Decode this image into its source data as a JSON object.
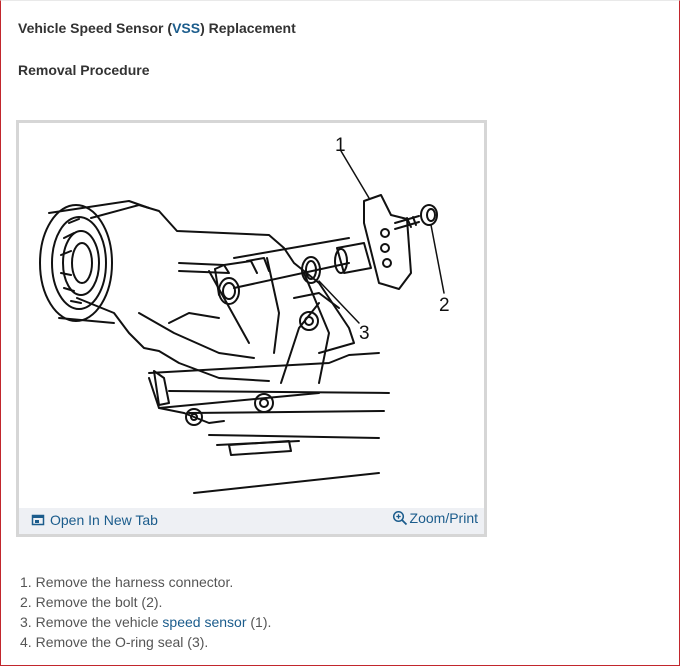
{
  "header": {
    "title_part1": "Vehicle Speed Sensor (",
    "title_link": "VSS",
    "title_part2": ") Replacement",
    "subtitle": "Removal Procedure"
  },
  "figure": {
    "callouts": [
      "1",
      "2",
      "3"
    ],
    "open_tab_label": "Open In New Tab",
    "zoom_label": "Zoom/Print",
    "open_tab_icon": "open-in-new-tab-icon",
    "zoom_icon": "magnifier-plus-icon"
  },
  "steps": [
    {
      "number": "1.",
      "text": "Remove the harness connector."
    },
    {
      "number": "2.",
      "text": "Remove the bolt (2)."
    },
    {
      "number": "3.",
      "pre": "Remove the vehicle ",
      "link": "speed sensor",
      "post": " (1)."
    },
    {
      "number": "4.",
      "text": "Remove the O-ring seal (3)."
    }
  ],
  "colors": {
    "link": "#1b5c8c",
    "frame_border": "#c2272d",
    "figure_border": "#d6d6d6",
    "figure_bar": "#eef0f4"
  }
}
